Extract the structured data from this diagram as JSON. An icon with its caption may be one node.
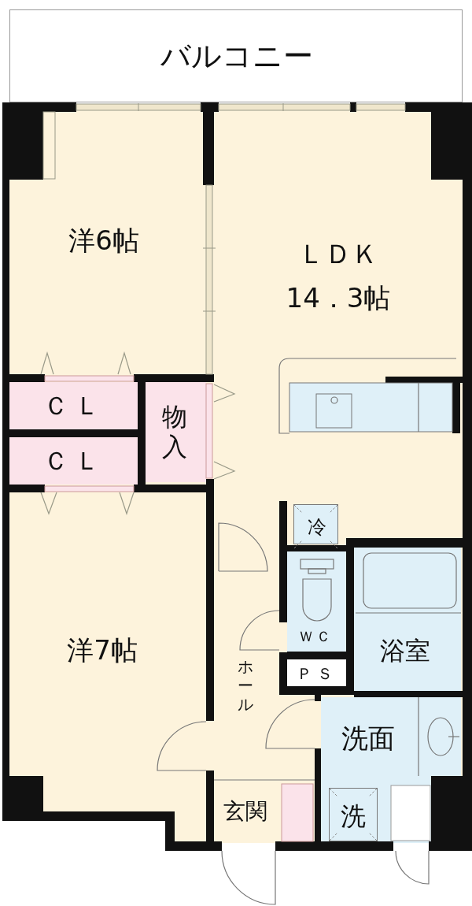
{
  "diagram": {
    "nodes": [
      {
        "text": [
          "バルコニー"
        ]
      },
      {
        "text": [
          "洋6帖"
        ]
      },
      {
        "text": [
          "ＬＤＫ",
          "14．3帖"
        ]
      },
      {
        "text": [
          "ＣＬ"
        ]
      },
      {
        "text": [
          "物入"
        ]
      },
      {
        "text": [
          "ＣＬ"
        ]
      },
      {
        "text": [
          "冷"
        ]
      },
      {
        "text": [
          "ＷＣ"
        ]
      },
      {
        "text": [
          "浴室"
        ]
      },
      {
        "text": [
          "ホール"
        ]
      },
      {
        "text": [
          "ＰＳ"
        ]
      },
      {
        "text": [
          "洋7帖"
        ]
      },
      {
        "text": [
          "洗面"
        ]
      },
      {
        "text": [
          "洗"
        ],
        "in": 12
      },
      {
        "text": [
          "玄関"
        ]
      }
    ]
  }
}
